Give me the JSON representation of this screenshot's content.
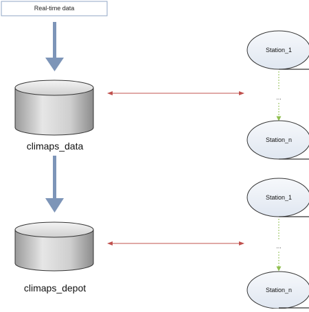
{
  "source": {
    "label": "Real-time data"
  },
  "databases": [
    {
      "label": "climaps_data"
    },
    {
      "label": "climaps_depot"
    }
  ],
  "station_groups": [
    {
      "first": "Station_1",
      "ellipsis": "...",
      "last": "Station_n"
    },
    {
      "first": "Station_1",
      "ellipsis": "...",
      "last": "Station_n"
    }
  ],
  "colors": {
    "flow_arrow": "#7d95b8",
    "link_arrow": "#c0504d",
    "chain_arrow": "#8fbf4f",
    "cylinder_fill": "#cfcfcf",
    "station_fill": "#eaf0f7",
    "source_border": "#8fa6c4"
  }
}
